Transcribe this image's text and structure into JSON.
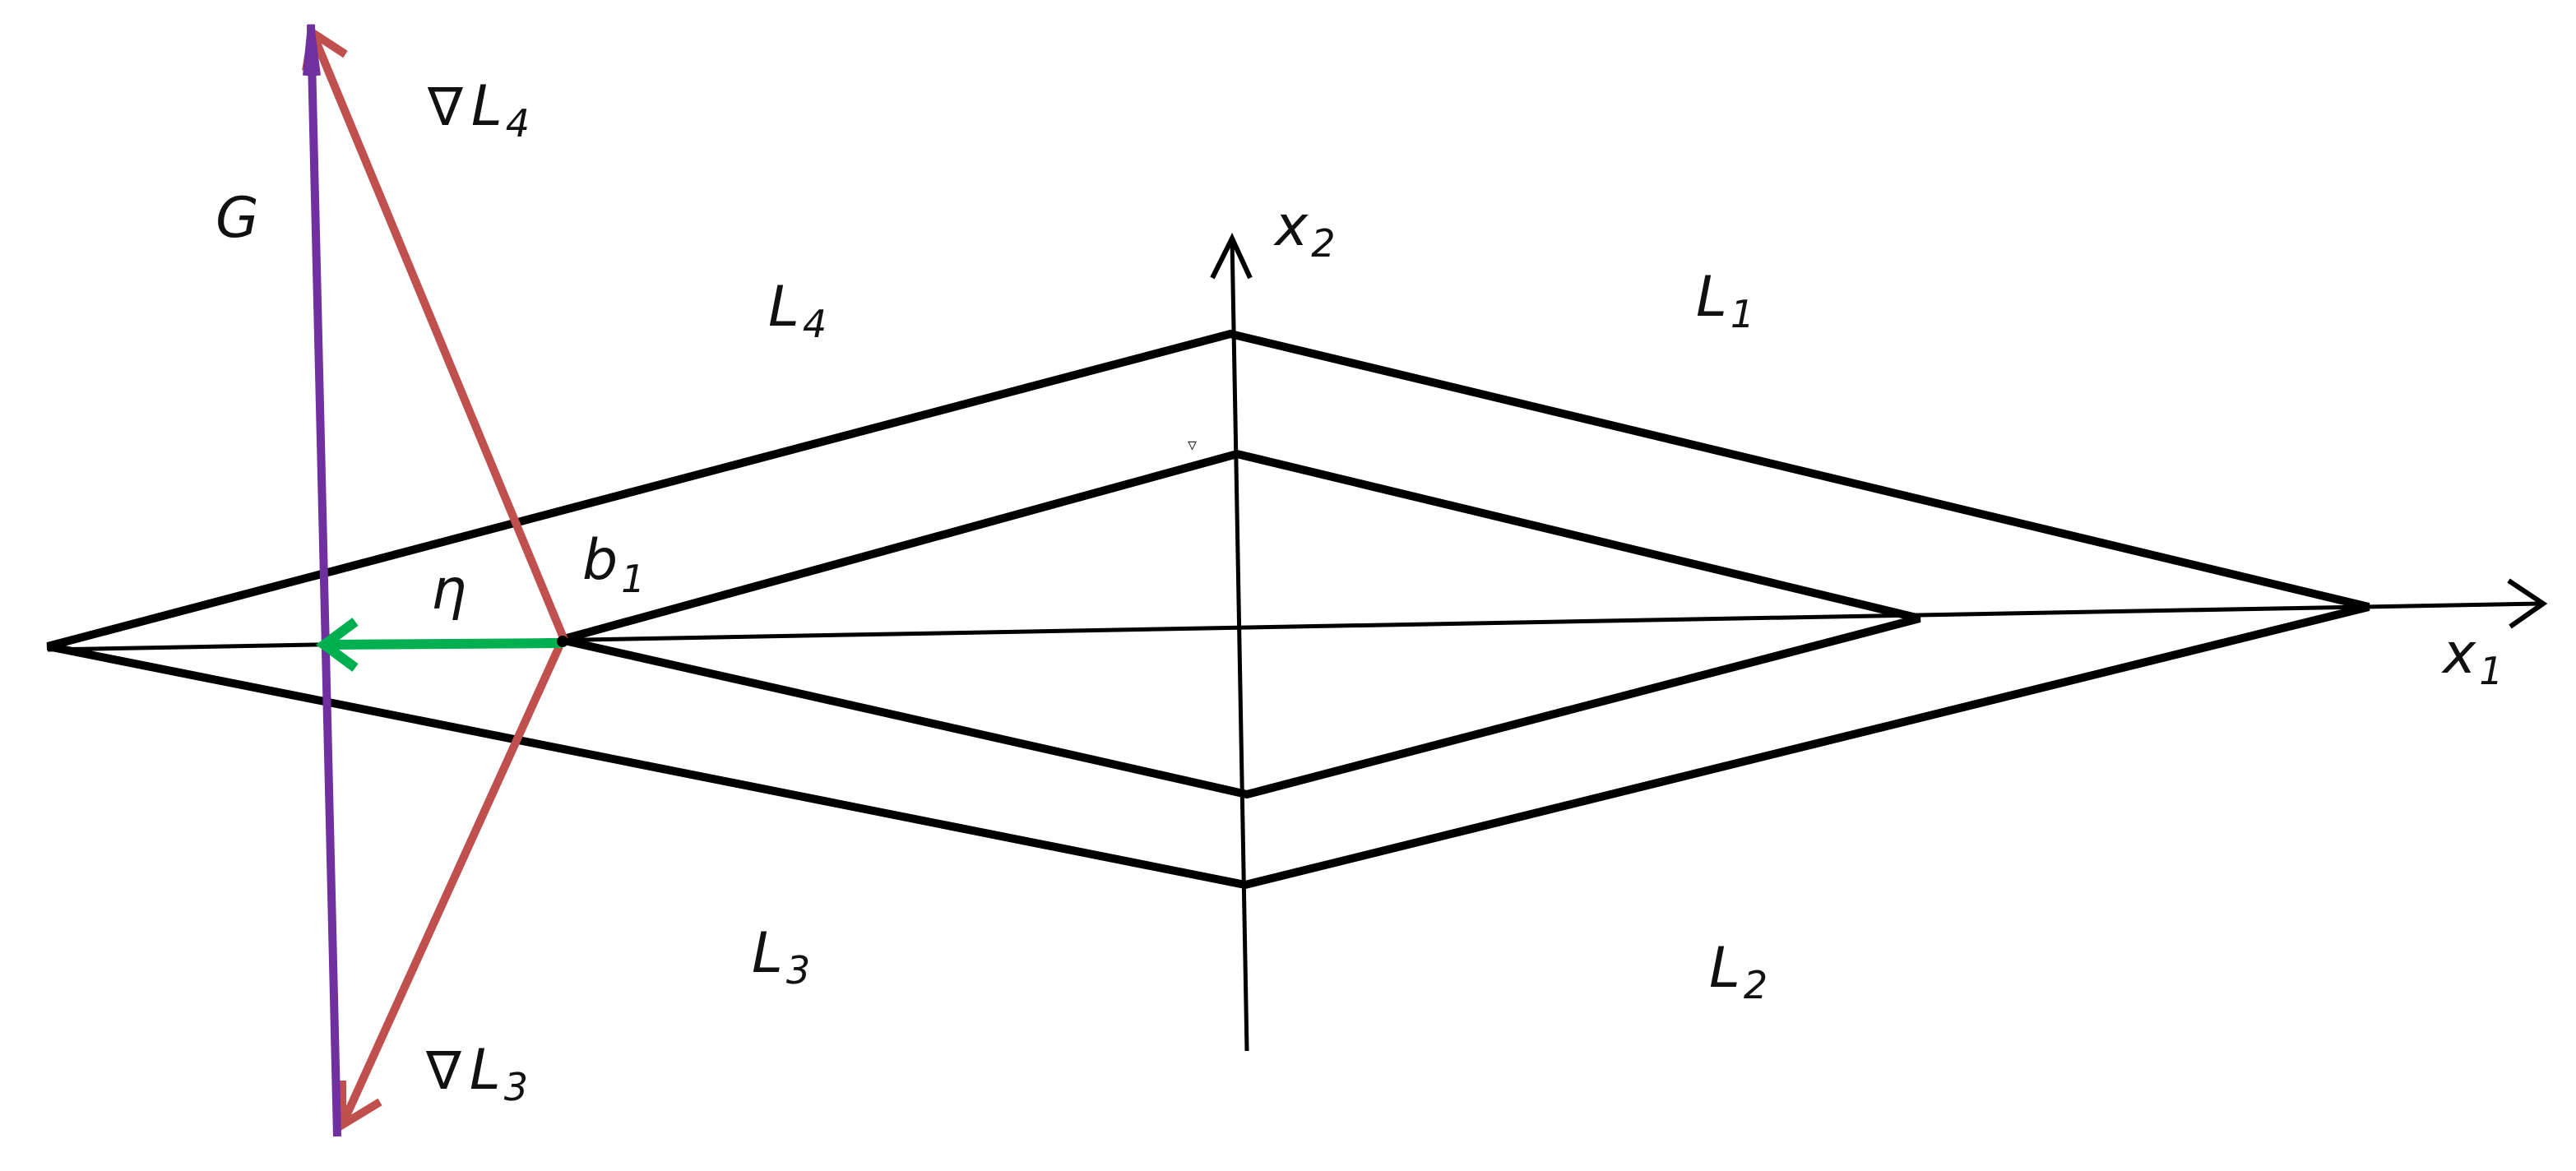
{
  "labels": {
    "grad_L4": {
      "symbol": "∇",
      "main": "L",
      "sub": "4"
    },
    "grad_L3": {
      "symbol": "∇",
      "main": "L",
      "sub": "3"
    },
    "G": {
      "main": "G"
    },
    "eta": {
      "main": "η"
    },
    "b1": {
      "main": "b",
      "sub": "1"
    },
    "L1": {
      "main": "L",
      "sub": "1"
    },
    "L2": {
      "main": "L",
      "sub": "2"
    },
    "L3": {
      "main": "L",
      "sub": "3"
    },
    "L4": {
      "main": "L",
      "sub": "4"
    },
    "x1": {
      "main": "x",
      "sub": "1"
    },
    "x2": {
      "main": "x",
      "sub": "2"
    },
    "small_marker": "▿"
  },
  "colors": {
    "lines": "#000000",
    "gradient_arrows": "#c0504d",
    "G_arrow": "#7030a0",
    "eta_arrow": "#00b050"
  }
}
